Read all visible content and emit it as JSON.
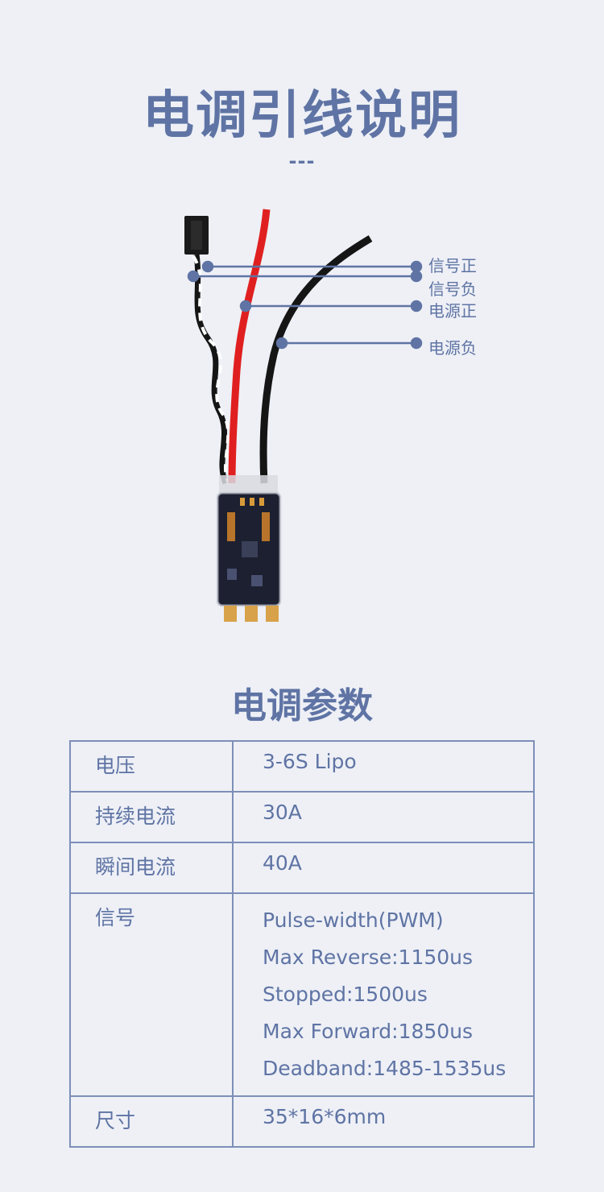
{
  "header": {
    "title": "电调引线说明",
    "separator": "---"
  },
  "diagram": {
    "callouts": [
      {
        "label": "信号正",
        "color": "#5f74a4"
      },
      {
        "label": "信号负",
        "color": "#5f74a4"
      },
      {
        "label": "电源正",
        "color": "#5f74a4"
      },
      {
        "label": "电源负",
        "color": "#5f74a4"
      }
    ],
    "wire_colors": {
      "signal": "#111111",
      "power_positive": "#e02020",
      "power_negative": "#151515",
      "twist": "#ffffff"
    }
  },
  "params": {
    "title": "电调参数",
    "rows": [
      {
        "key": "电压",
        "values": [
          "3-6S  Lipo"
        ]
      },
      {
        "key": "持续电流",
        "values": [
          "30A"
        ]
      },
      {
        "key": "瞬间电流",
        "values": [
          "40A"
        ]
      },
      {
        "key": "信号",
        "values": [
          "Pulse-width(PWM)",
          "Max  Reverse:1150us",
          "Stopped:1500us",
          "Max  Forward:1850us",
          "Deadband:1485-1535us"
        ]
      },
      {
        "key": "尺寸",
        "values": [
          "35*16*6mm"
        ]
      }
    ]
  },
  "colors": {
    "accent": "#5f74a4",
    "background": "#eef0f6",
    "table_border": "#7d8fb8"
  }
}
